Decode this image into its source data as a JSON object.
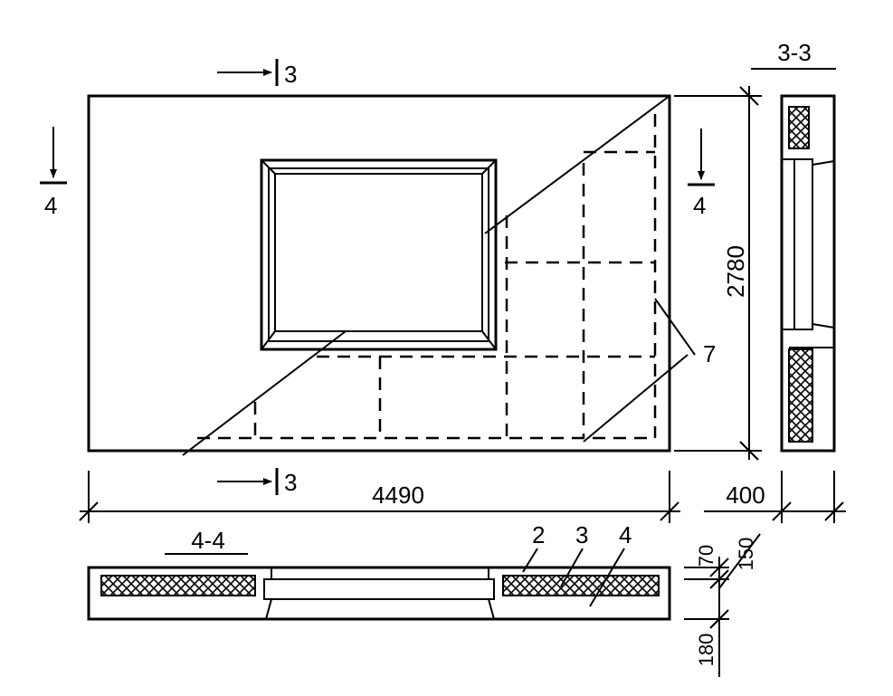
{
  "diagram": {
    "dimensions": {
      "width": "4490",
      "height": "2780",
      "section_depth": "400",
      "dim_70": "70",
      "dim_150": "150",
      "dim_180": "180"
    },
    "sections": {
      "top_marker": "3",
      "bottom_marker": "3",
      "left_marker": "4",
      "right_marker": "4",
      "side_title": "3-3",
      "bottom_title": "4-4"
    },
    "callouts": {
      "leader_7": "7",
      "leader_2": "2",
      "leader_3": "3",
      "leader_4": "4"
    }
  }
}
